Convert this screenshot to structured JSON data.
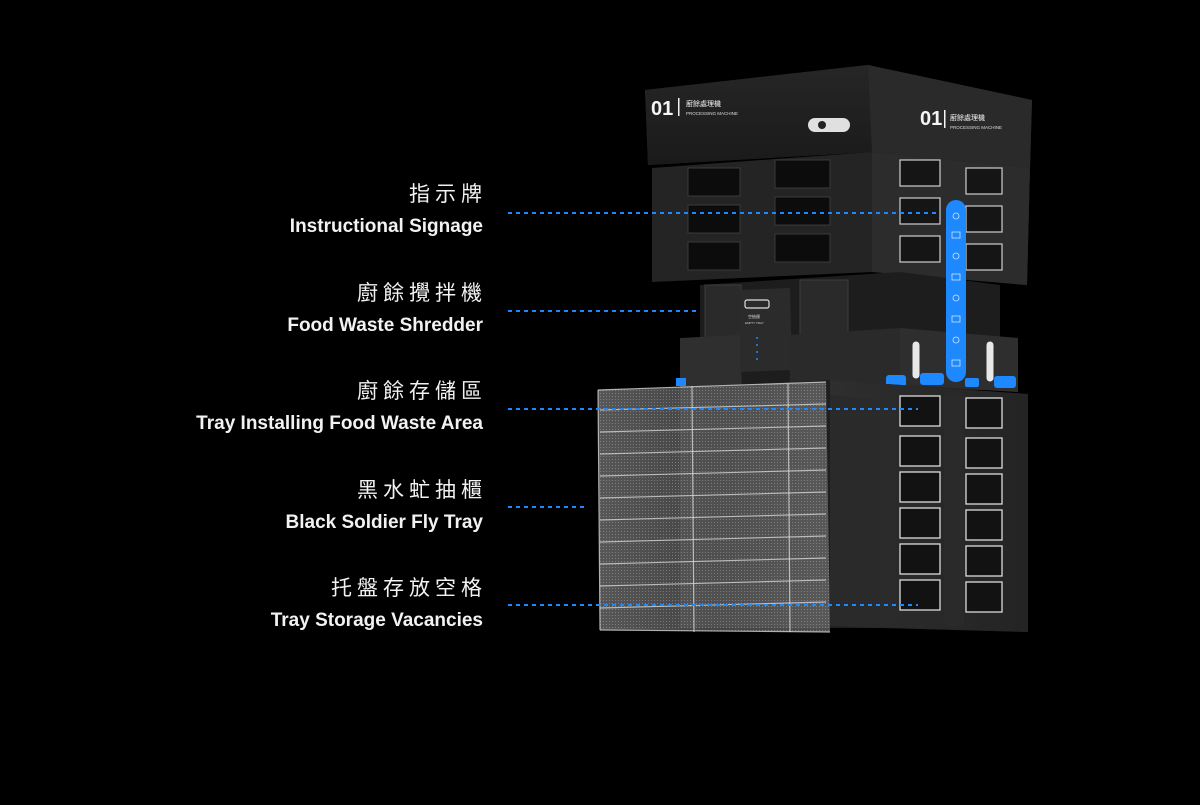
{
  "callouts": [
    {
      "zh": "指示牌",
      "en": "Instructional Signage"
    },
    {
      "zh": "廚餘攪拌機",
      "en": "Food Waste Shredder"
    },
    {
      "zh": "廚餘存儲區",
      "en": "Tray Installing Food Waste Area"
    },
    {
      "zh": "黑水虻抽櫃",
      "en": "Black Soldier Fly Tray"
    },
    {
      "zh": "托盤存放空格",
      "en": "Tray Storage Vacancies"
    }
  ],
  "machine": {
    "sign_number": "01",
    "sign_zh": "廚餘處理機",
    "sign_en": "PROCESSING MACHINE",
    "shredder_panel_zh": "空抽屜",
    "shredder_panel_en": "EMPTY TRAY"
  },
  "colors": {
    "background": "#000000",
    "accent": "#1e88ff",
    "label_text": "#f2f2f2",
    "machine_body": "#2b2b2b"
  }
}
